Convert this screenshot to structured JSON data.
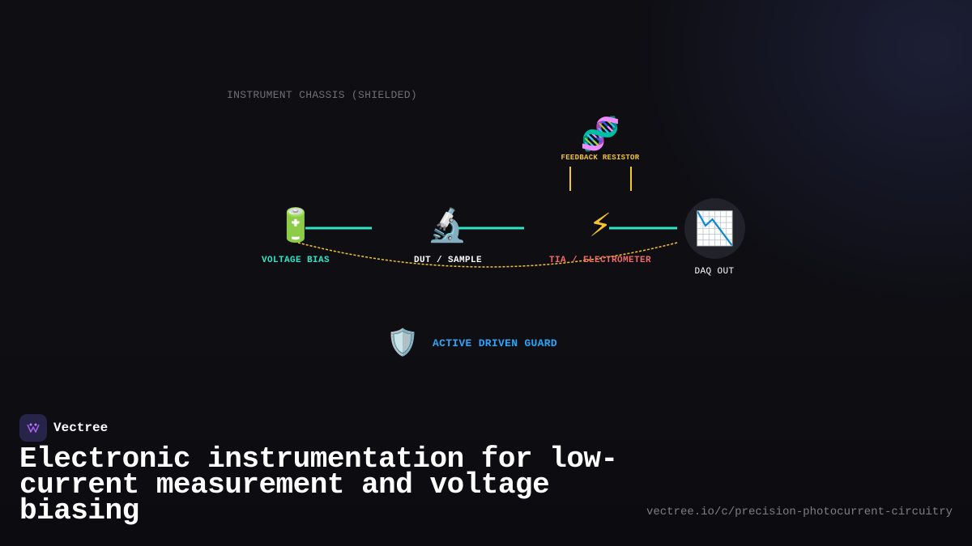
{
  "diagram": {
    "chassis_label": "INSTRUMENT CHASSIS (SHIELDED)",
    "nodes": {
      "voltage_bias": {
        "icon": "battery-icon",
        "glyph": "🔋",
        "label": "VOLTAGE BIAS",
        "color": "#2ee6c5"
      },
      "dut_sample": {
        "icon": "microscope-icon",
        "glyph": "🔬",
        "label": "DUT / SAMPLE",
        "color": "#ffffff"
      },
      "tia_electrometer": {
        "icon": "lightning-icon",
        "glyph": "⚡",
        "label": "TIA / ELECTROMETER",
        "color": "#f26b6b"
      },
      "daq_out": {
        "icon": "chart-decreasing-icon",
        "glyph": "📉",
        "label": "DAQ OUT",
        "color": "#ffffff"
      }
    },
    "feedback": {
      "icon": "dna-icon",
      "glyph": "🧬",
      "label": "FEEDBACK RESISTOR",
      "color": "#f7c52b"
    },
    "guard": {
      "icon": "shield-icon",
      "glyph": "🛡️",
      "label": "ACTIVE DRIVEN GUARD",
      "color": "#2fa3f5"
    },
    "colors": {
      "signal_wire": "#2ee6c5",
      "guard_wire": "#f7c52b"
    }
  },
  "brand": {
    "name": "Vectree",
    "logo_icon": "vectree-logo-icon"
  },
  "headline": "Electronic instrumentation for low-current measurement and voltage biasing",
  "url": "vectree.io/c/precision-photocurrent-circuitry"
}
